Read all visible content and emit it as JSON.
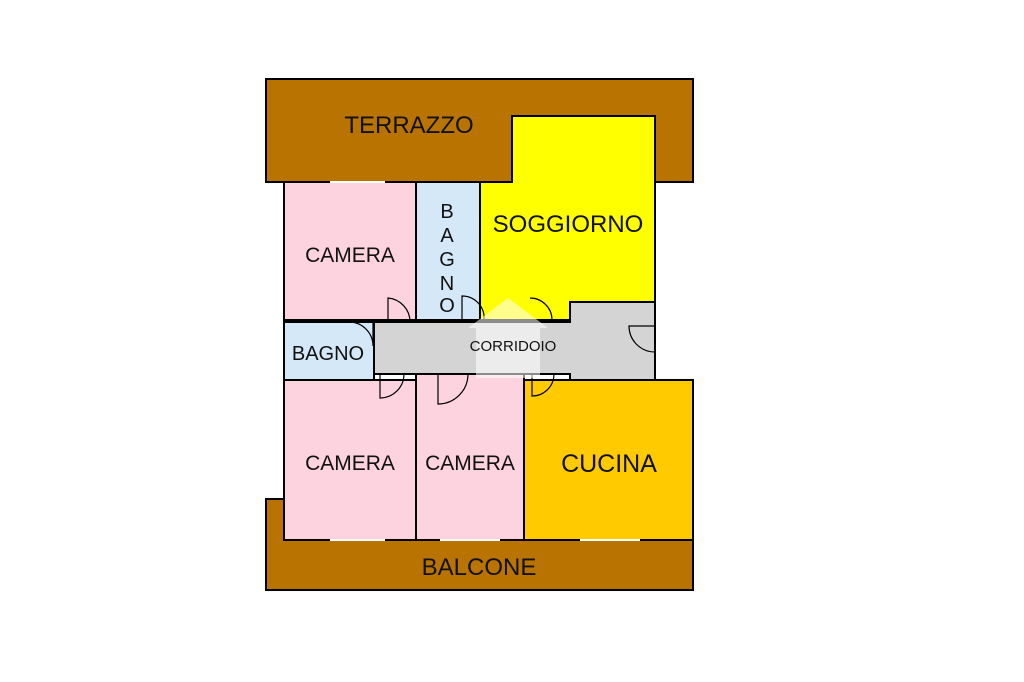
{
  "colors": {
    "terrace": "#b87300",
    "room_pink": "#fcd3de",
    "bath_blue": "#d4e8f8",
    "living": "#ffff00",
    "kitchen": "#ffca00",
    "corridor": "#d4d4d4",
    "wall": "#000000",
    "watermark": "#ffffff"
  },
  "rooms": {
    "terrazzo": "TERRAZZO",
    "soggiorno": "SOGGIORNO",
    "camera_top": "CAMERA",
    "bagno_vertical": [
      "B",
      "A",
      "G",
      "N",
      "O"
    ],
    "bagno_small": "BAGNO",
    "corridoio": "CORRIDOIO",
    "camera_bottom_left": "CAMERA",
    "camera_bottom_mid": "CAMERA",
    "cucina": "CUCINA",
    "balcone": "BALCONE"
  },
  "icons": {
    "watermark": "house-watermark-icon",
    "door": "door-swing-icon"
  }
}
